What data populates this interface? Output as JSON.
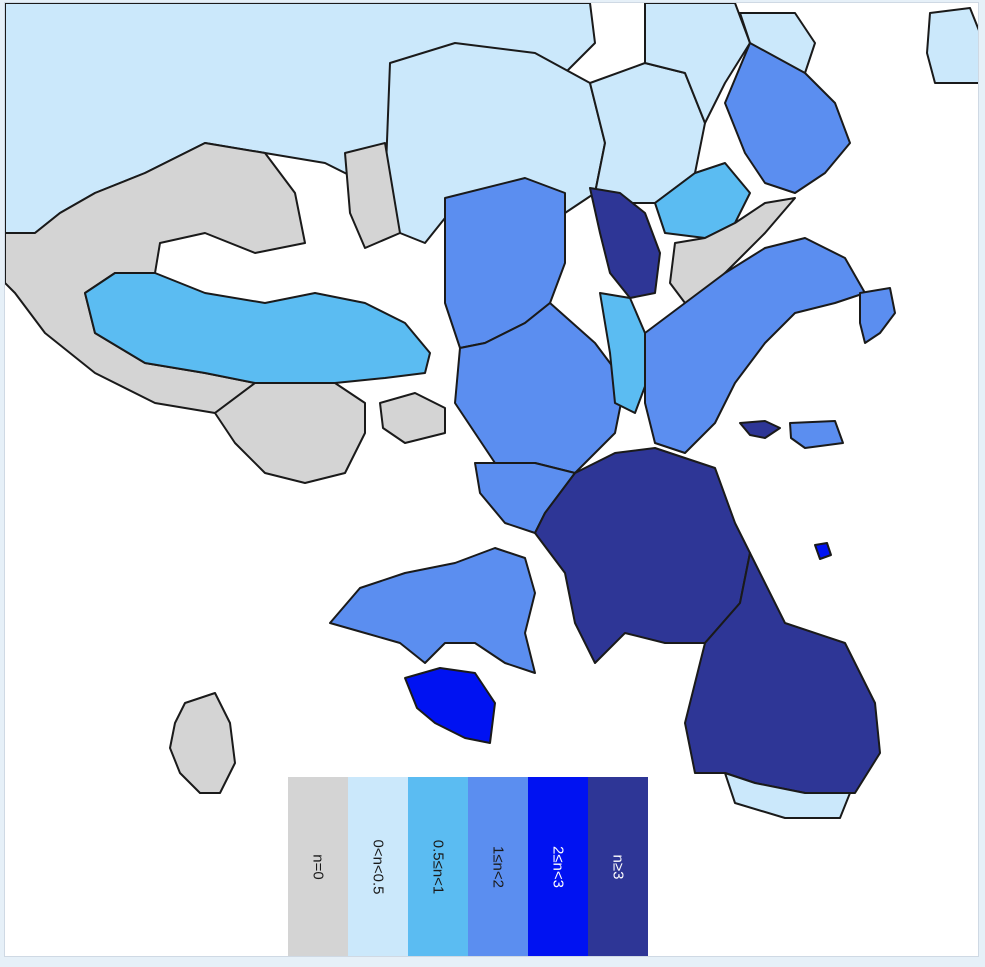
{
  "legend": {
    "items": [
      {
        "label": "n=0",
        "color": "#d4d4d4",
        "text_color": "#1a1a1a"
      },
      {
        "label": "0<n<0.5",
        "color": "#cbe8fb",
        "text_color": "#1a1a1a"
      },
      {
        "label": "0.5≤n<1",
        "color": "#5bbcf2",
        "text_color": "#1a1a1a"
      },
      {
        "label": "1≤n<2",
        "color": "#5b8ef0",
        "text_color": "#1a1a1a"
      },
      {
        "label": "2≤n<3",
        "color": "#0012f2",
        "text_color": "#ffffff"
      },
      {
        "label": "n≥3",
        "color": "#2e3696",
        "text_color": "#ffffff"
      }
    ]
  },
  "map": {
    "background": "#ffffff",
    "regions": [
      {
        "name": "north-west-large",
        "class": 1
      },
      {
        "name": "north-center",
        "class": 1
      },
      {
        "name": "north-center-2",
        "class": 1
      },
      {
        "name": "north-east-top",
        "class": 1
      },
      {
        "name": "far-north-east",
        "class": 1
      },
      {
        "name": "west-grey-band",
        "class": 0
      },
      {
        "name": "west-central-lake-region",
        "class": 2
      },
      {
        "name": "west-south-grey",
        "class": 0
      },
      {
        "name": "center-small-grey-1",
        "class": 0
      },
      {
        "name": "center-small-grey-2",
        "class": 0
      },
      {
        "name": "center-mid-1",
        "class": 3
      },
      {
        "name": "center-mid-2",
        "class": 3
      },
      {
        "name": "center-dark-strip",
        "class": 5
      },
      {
        "name": "center-light-strip",
        "class": 2
      },
      {
        "name": "east-mid-light",
        "class": 2
      },
      {
        "name": "east-upper-mid",
        "class": 3
      },
      {
        "name": "east-grey",
        "class": 0
      },
      {
        "name": "east-peninsula",
        "class": 3
      },
      {
        "name": "south-center-mid",
        "class": 3
      },
      {
        "name": "south-dark-large",
        "class": 5
      },
      {
        "name": "south-east-dark",
        "class": 5
      },
      {
        "name": "south-east-light",
        "class": 1
      },
      {
        "name": "south-west-arm",
        "class": 3
      },
      {
        "name": "south-west-bright",
        "class": 4
      },
      {
        "name": "island-small-dark",
        "class": 5
      },
      {
        "name": "island-small-mid",
        "class": 3
      },
      {
        "name": "island-tiny-bright",
        "class": 4
      },
      {
        "name": "island-south-west-grey",
        "class": 0
      },
      {
        "name": "island-north-east-light",
        "class": 1
      },
      {
        "name": "island-north-east-mid",
        "class": 3
      }
    ]
  }
}
